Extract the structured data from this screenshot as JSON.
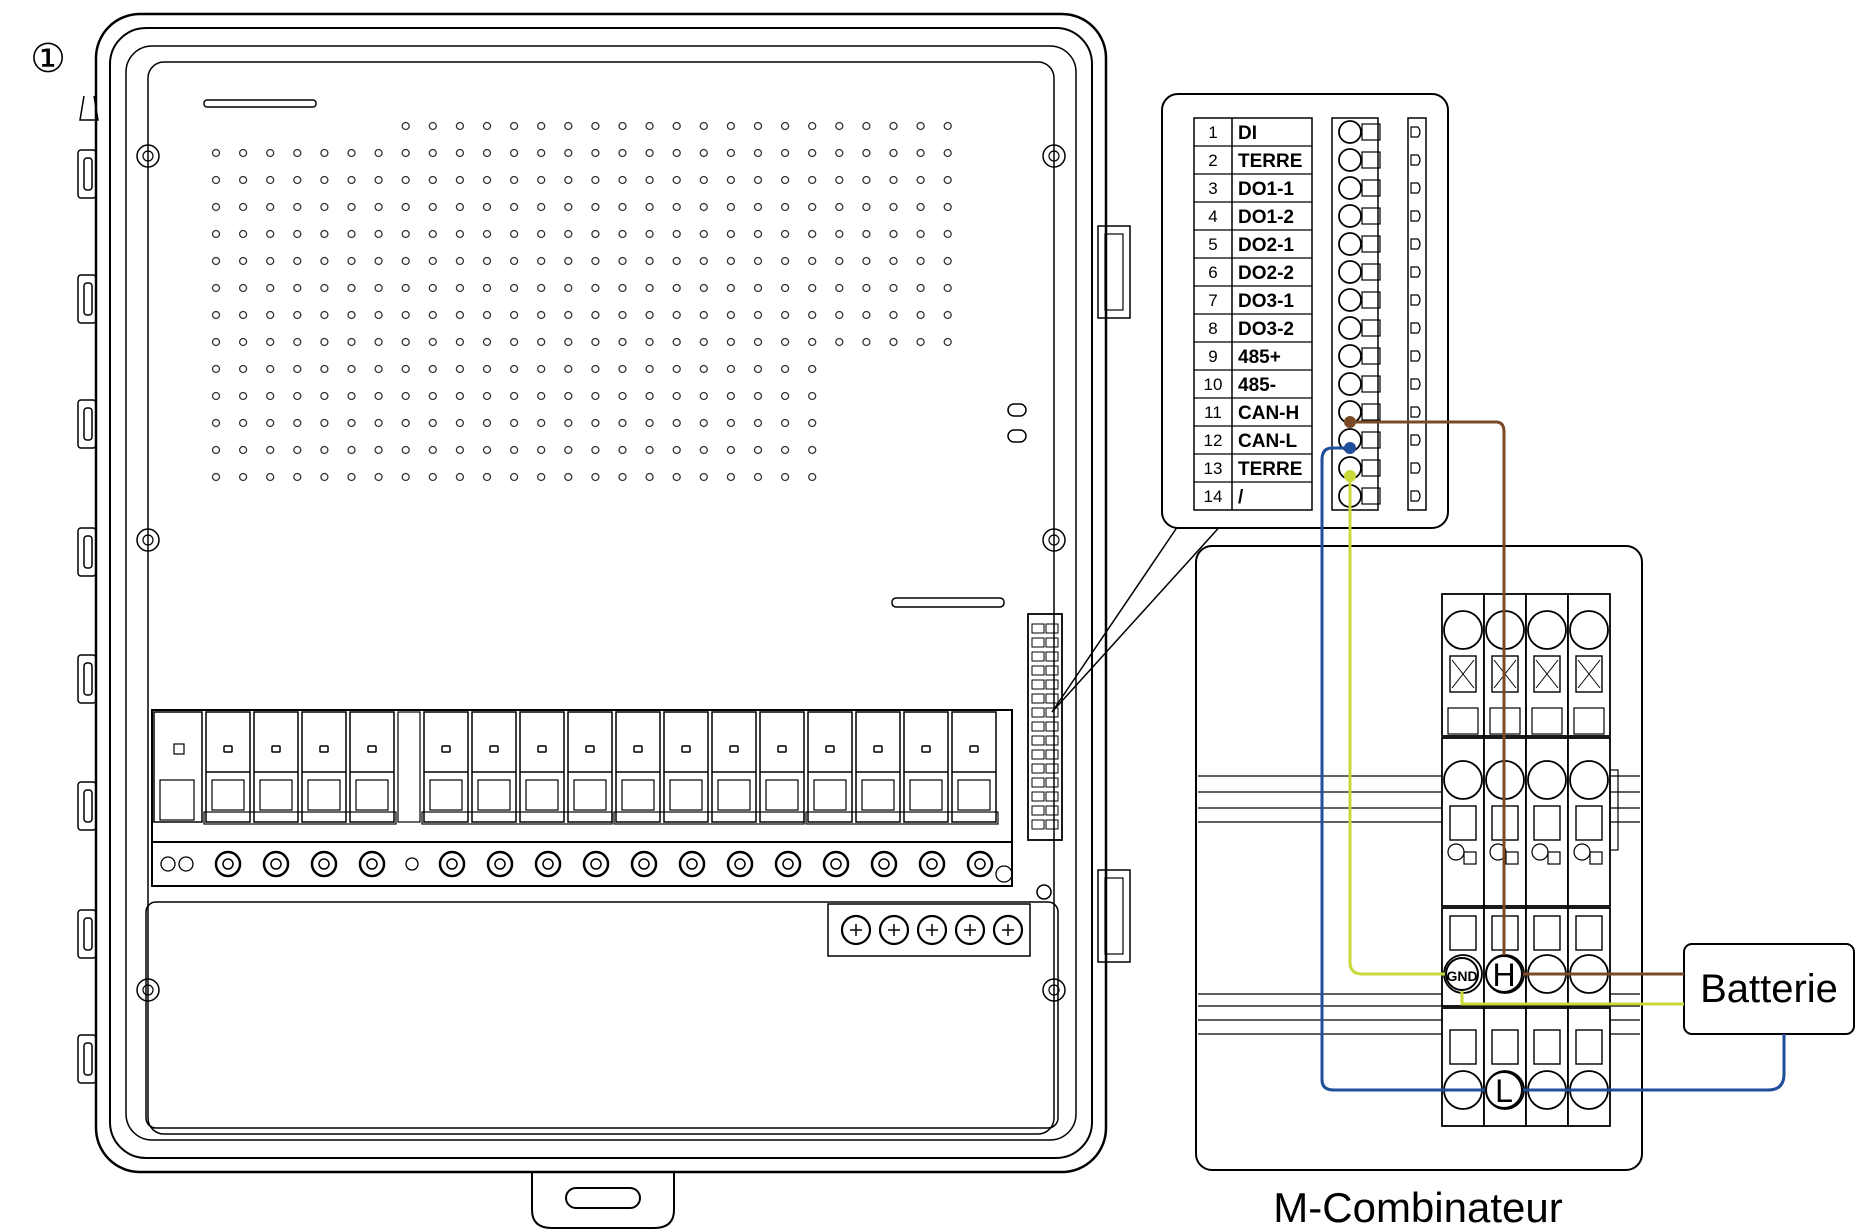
{
  "step_marker": "①",
  "terminal_table": {
    "rows": [
      {
        "num": "1",
        "label": "DI"
      },
      {
        "num": "2",
        "label": "TERRE"
      },
      {
        "num": "3",
        "label": "DO1-1"
      },
      {
        "num": "4",
        "label": "DO1-2"
      },
      {
        "num": "5",
        "label": "DO2-1"
      },
      {
        "num": "6",
        "label": "DO2-2"
      },
      {
        "num": "7",
        "label": "DO3-1"
      },
      {
        "num": "8",
        "label": "DO3-2"
      },
      {
        "num": "9",
        "label": "485+"
      },
      {
        "num": "10",
        "label": "485-"
      },
      {
        "num": "11",
        "label": "CAN-H"
      },
      {
        "num": "12",
        "label": "CAN-L"
      },
      {
        "num": "13",
        "label": "TERRE"
      },
      {
        "num": "14",
        "label": "/"
      }
    ]
  },
  "combiner": {
    "caption": "M-Combinateur",
    "terminal_gnd": "GND",
    "terminal_h": "H",
    "terminal_l": "L"
  },
  "battery": {
    "label": "Batterie"
  },
  "colors": {
    "wire_can_h": "#7a4a26",
    "wire_can_l": "#1f4e9a",
    "wire_earth": "#c8d93a",
    "line": "#000000"
  }
}
